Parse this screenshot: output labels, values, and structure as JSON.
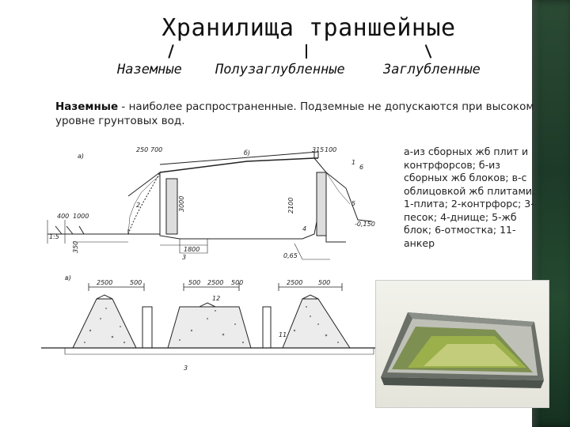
{
  "slide": {
    "title": "Хранилища траншейные",
    "branches": [
      "Наземные",
      "Полузаглубленные",
      "Заглубленные"
    ],
    "paragraph_bold": "Наземные",
    "paragraph_rest": " - наиболее распространенные. Подземные не допускаются при высоком уровне грунтовых вод.",
    "caption": "а-из сборных жб плит и контрфорсов; б-из сборных жб блоков; в-с облицовкой жб плитами. 1-плита; 2-контрфорс; 3-песок; 4-днище; 5-жб блок; 6-отмостка; 11-анкер"
  },
  "drawing": {
    "labels": {
      "a": "а)",
      "b": "б)",
      "v": "в)",
      "d250": "250",
      "d700": "700",
      "d315": "315",
      "d100": "100",
      "d3000": "3000",
      "d2100": "2100",
      "d1800": "1800",
      "d400": "400",
      "d1000": "1000",
      "d350": "350",
      "d015": "1:5",
      "d0150": "-0,150",
      "d065": "0,65",
      "d2500a": "2500",
      "d500a": "500",
      "d500b": "500",
      "d2500b": "2500",
      "d500c": "500",
      "d2500c": "2500",
      "d500d": "500",
      "n1": "1",
      "n2": "2",
      "n3": "3",
      "n4": "4",
      "n5": "5",
      "n6": "6",
      "n3b": "3",
      "n11": "11",
      "n12": "12"
    }
  },
  "colors": {
    "side_band": "#1d3a28",
    "title_text": "#111111"
  }
}
